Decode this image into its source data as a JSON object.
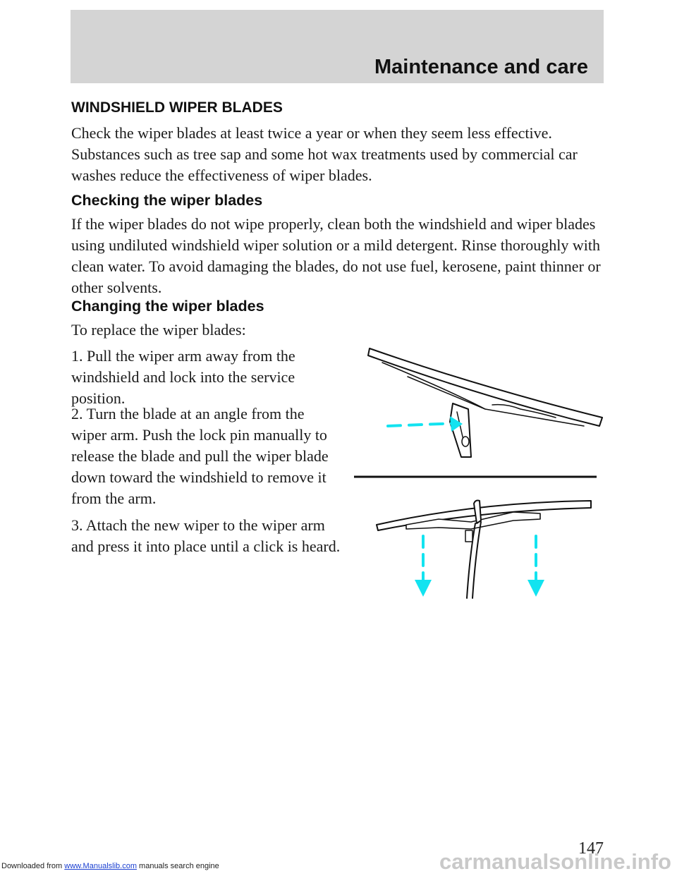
{
  "header": {
    "section_title": "Maintenance and care"
  },
  "content": {
    "heading": "WINDSHIELD WIPER BLADES",
    "intro": "Check the wiper blades at least twice a year or when they seem less effective. Substances such as tree sap and some hot wax treatments used by commercial car washes reduce the effectiveness of wiper blades.",
    "checking": {
      "heading": "Checking the wiper blades",
      "text": "If the wiper blades do not wipe properly, clean both the windshield and wiper blades using undiluted windshield wiper solution or a mild detergent. Rinse thoroughly with clean water. To avoid damaging the blades, do not use fuel, kerosene, paint thinner or other solvents."
    },
    "changing": {
      "heading": "Changing the wiper blades",
      "lead": "To replace the wiper blades:",
      "steps": [
        "1. Pull the wiper arm away from the windshield and lock into the service position.",
        "2. Turn the blade at an angle from the wiper arm. Push the lock pin manually to release the blade and pull the wiper blade down toward the windshield to remove it from the arm.",
        "3. Attach the new wiper to the wiper arm and press it into place until a click is heard."
      ]
    }
  },
  "figure": {
    "arrow_color": "#12e3f0",
    "line_color": "#111111"
  },
  "page_number": "147",
  "footer": {
    "prefix": "Downloaded from ",
    "link": "www.Manualslib.com",
    "suffix": "  manuals search engine"
  },
  "watermark": "carmanualsonline.info"
}
